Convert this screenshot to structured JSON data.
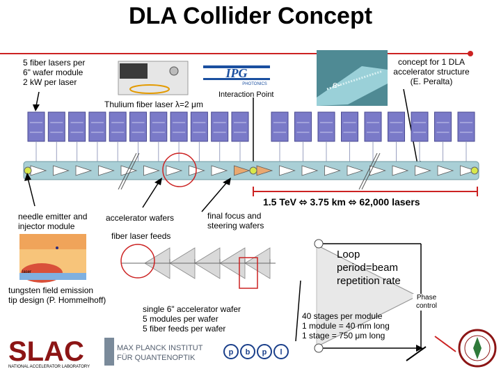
{
  "title": "DLA Collider Concept",
  "labels": {
    "fiber_lasers": [
      "5 fiber lasers per",
      "6\" wafer module",
      "2 kW per laser"
    ],
    "thulium": "Thulium fiber laser λ=2 μm",
    "interaction_point": "Interaction Point",
    "electron": "e-",
    "concept": [
      "concept for 1 DLA",
      "accelerator structure",
      "(E. Peralta)"
    ],
    "summary": "1.5 TeV ⬄ 3.75 km ⬄ 62,000 lasers",
    "needle_emitter": [
      "needle emitter and",
      "injector module"
    ],
    "accelerator_wafers": "accelerator wafers",
    "fiber_laser_feeds": "fiber laser feeds",
    "final_focus": [
      "final focus and",
      "steering wafers"
    ],
    "loop": [
      "Loop",
      "period=beam",
      "repetition rate"
    ],
    "phase_control": [
      "Phase",
      "control"
    ],
    "tungsten": [
      "tungsten field emission",
      "tip design (P. Hommelhoff)"
    ],
    "single_wafer": [
      "single 6\" accelerator wafer",
      "5 modules per wafer",
      "5 fiber feeds per wafer"
    ],
    "stages": [
      "40 stages per module",
      "1 module = 40 mm long",
      "1 stage = 750 μm long"
    ],
    "laser_tag": "laser"
  },
  "logos": {
    "ipg": "IPG",
    "ipg_sub": "PHOTONICS",
    "slac": "SLAC",
    "slac_sub": "NATIONAL ACCELERATOR LABORATORY",
    "mpi": [
      "MAX PLANCK INSTITUT",
      "FÜR QUANTENOPTIK"
    ],
    "pbpl": [
      "p",
      "b",
      "p",
      "l"
    ]
  },
  "colors": {
    "red_line": "#cc2222",
    "module_fill": "#7a7ac8",
    "beamline_fill": "#a9cfd6",
    "ip_fill": "#e9a870",
    "slac_red": "#8c1515"
  }
}
